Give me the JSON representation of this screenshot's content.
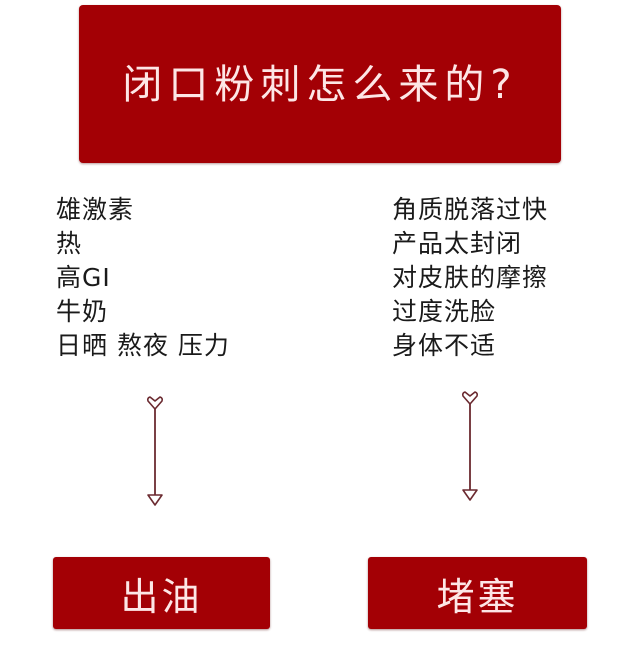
{
  "title": "闭口粉刺怎么来的?",
  "left_column": {
    "causes": [
      "雄激素",
      "热",
      "高GI",
      "牛奶",
      "日晒 熬夜 压力"
    ],
    "arrow_icon": "down-arrow-icon",
    "result": "出油"
  },
  "right_column": {
    "causes": [
      "角质脱落过快",
      "产品太封闭",
      "对皮肤的摩擦",
      "过度洗脸",
      "身体不适"
    ],
    "arrow_icon": "down-arrow-icon",
    "result": "堵塞"
  },
  "colors": {
    "box_fill": "#a30005",
    "box_text": "#fde6e6",
    "body_text": "#1a1a1a",
    "arrow": "#6b2a30",
    "background": "#ffffff"
  }
}
